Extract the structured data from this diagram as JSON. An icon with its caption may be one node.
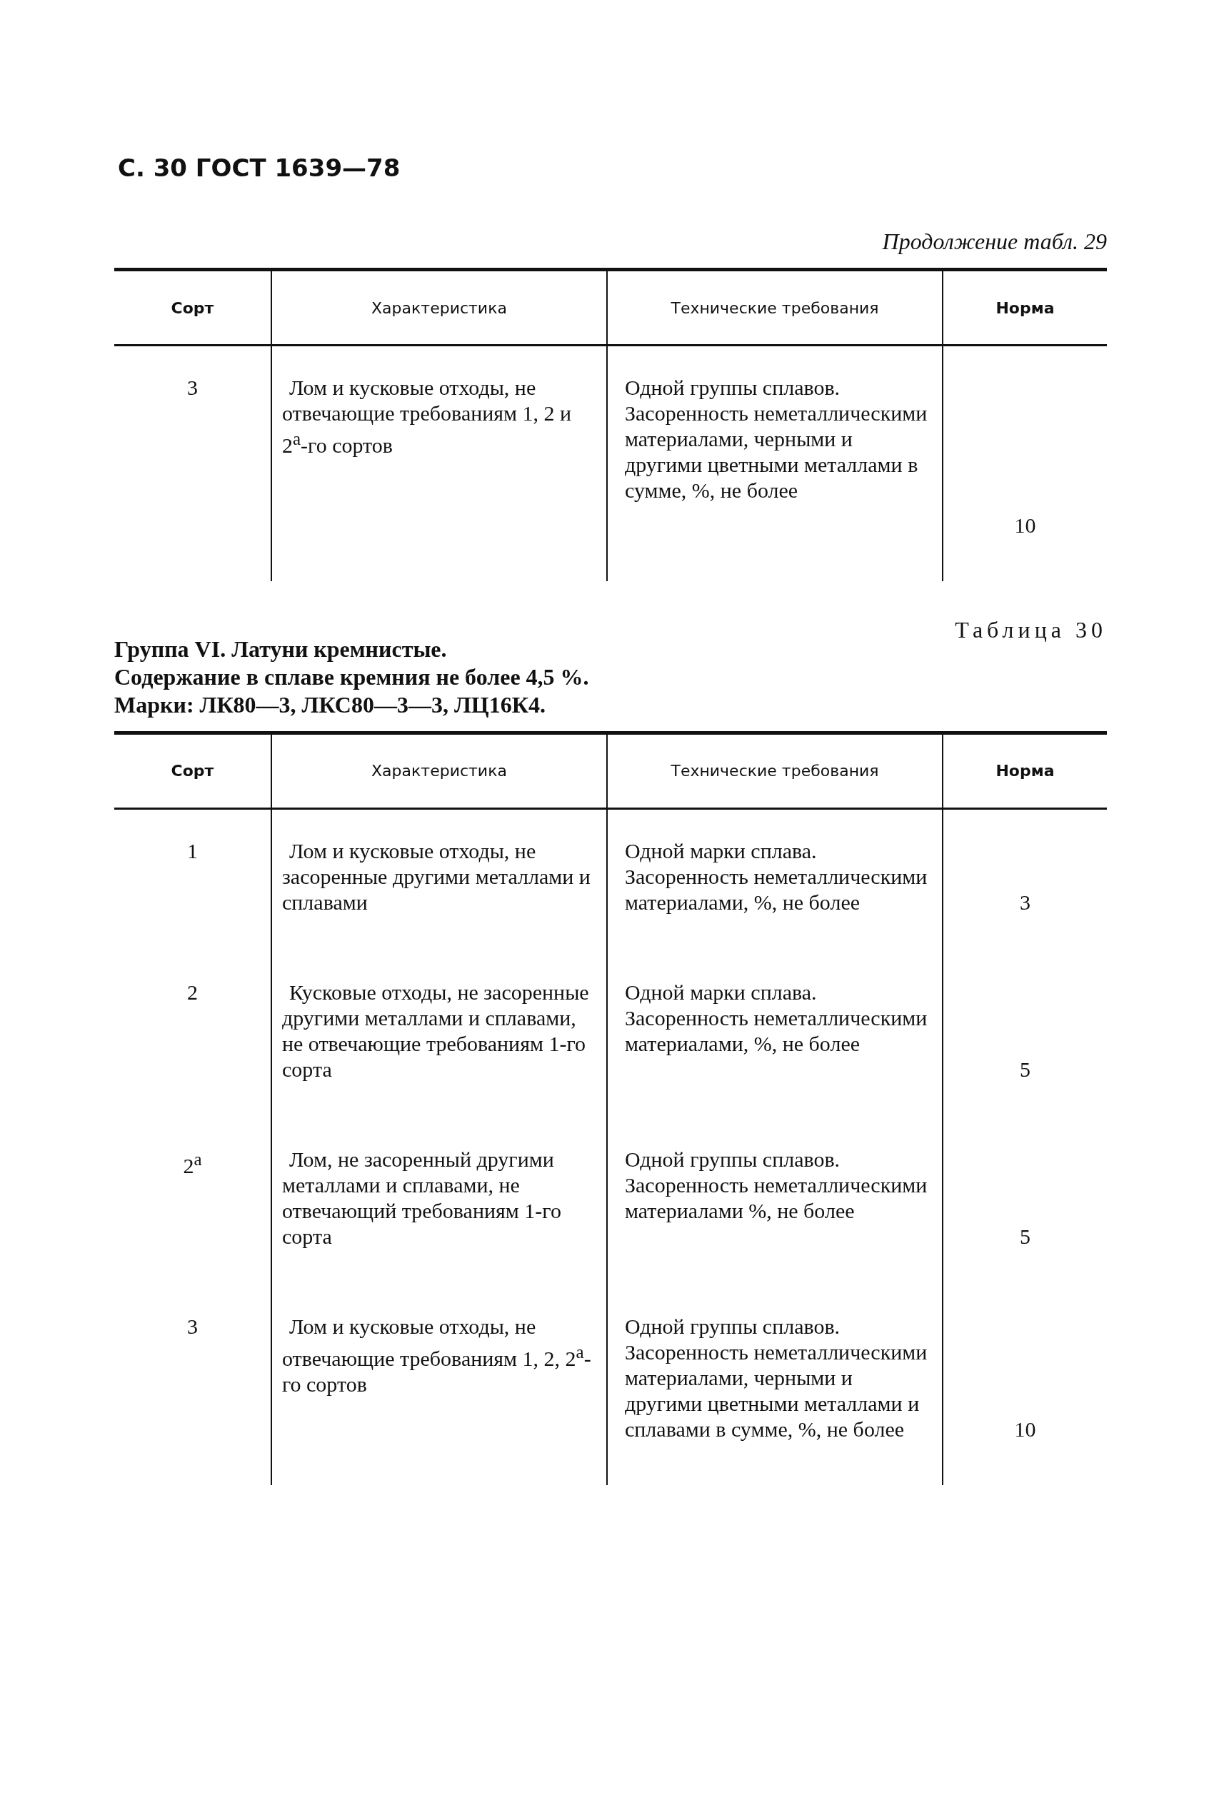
{
  "diagram": {
    "labels": [
      "С. 30 ГОСТ 1639—78",
      "Продолжение табл. 29",
      "Сорт",
      "Характеристика",
      "Технические требования",
      "Норма",
      "3",
      "Лом и кусковые отходы, не отвечающие требованиям 1, 2 и 2$^{а}$-го сортов",
      "Одной группы сплавов.",
      "Засоренность неметаллическими материалами, черными и другими цветными металлами в сумме, %, не более",
      "10",
      "Таблица 30",
      "Группа VI. Латуни кремнистые.",
      "Содержание в сплаве кремния не более 4,5 %.",
      "Марки: ЛК80—3, ЛКС80—3—3, ЛЦ16К4.",
      "Сорт",
      "Характеристика",
      "Технические требования",
      "Норма",
      "1",
      "Лом и кусковые отходы, не засоренные другими металлами и сплавами",
      "Одной марки сплава.",
      "Засоренность неметаллическими материалами, %, не более",
      "3",
      "2",
      "Кусковые отходы, не засоренные другими металлами и сплавами, не отвечающие требованиям 1-го сорта",
      "Одной марки сплава.",
      "Засоренность неметаллическими материалами, %, не более",
      "5",
      "2$^{а}$",
      "Лом, не засоренный другими металлами и сплавами, не отвечающий требованиям 1-го сорта",
      "Одной группы сплавов.",
      "Засоренность неметаллическими материалами %, не более",
      "5",
      "3",
      "Лом и кусковые отходы, не отвечающие требованиям 1, 2, 2$^{а}$-го сортов",
      "Одной группы сплавов.",
      "Засоренность неметаллическими материалами, черными и другими цветными металлами и сплавами в сумме, %, не более",
      "10"
    ]
  }
}
